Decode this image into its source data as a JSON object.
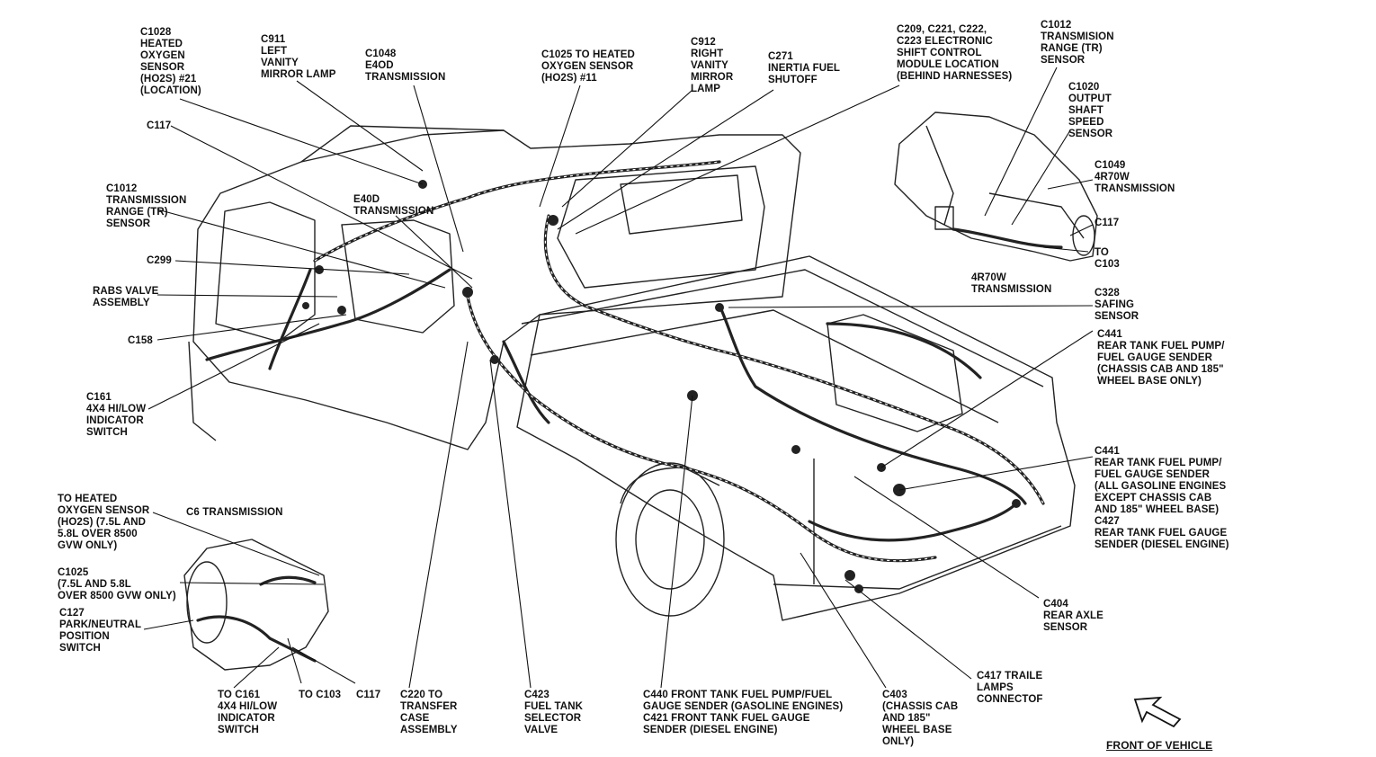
{
  "labels": {
    "c1028": [
      "C1028",
      "HEATED",
      "OXYGEN",
      "SENSOR",
      "(HO2S) #21",
      "(LOCATION)"
    ],
    "c911": [
      "C911",
      "LEFT",
      "VANITY",
      "MIRROR LAMP"
    ],
    "c1048": [
      "C1048",
      "E4OD",
      "TRANSMISSION"
    ],
    "c1025_top": [
      "C1025 TO HEATED",
      "OXYGEN SENSOR",
      "(HO2S) #11"
    ],
    "c912": [
      "C912",
      "RIGHT",
      "VANITY",
      "MIRROR",
      "LAMP"
    ],
    "c271": [
      "C271",
      "INERTIA FUEL",
      "SHUTOFF"
    ],
    "c209": [
      "C209, C221,  C222,",
      "C223 ELECTRONIC",
      "SHIFT CONTROL",
      "MODULE LOCATION",
      "(BEHIND HARNESSES)"
    ],
    "c1012_right": [
      "C1012",
      "TRANSMISION",
      "RANGE (TR)",
      "SENSOR"
    ],
    "c1020": [
      "C1020",
      "OUTPUT",
      "SHAFT",
      "SPEED",
      "SENSOR"
    ],
    "c1049": [
      "C1049",
      "4R70W",
      "TRANSMISSION"
    ],
    "c117_right": [
      "C117"
    ],
    "to_c103_right": [
      "TO",
      "C103"
    ],
    "r4r70w": [
      "4R70W",
      "TRANSMISSION"
    ],
    "c328": [
      "C328",
      "SAFING",
      "SENSOR"
    ],
    "c441_a": [
      "C441",
      "REAR TANK FUEL PUMP/",
      "FUEL GAUGE SENDER",
      "(CHASSIS CAB AND 185\"",
      "WHEEL BASE ONLY)"
    ],
    "c441_b": [
      "C441",
      "REAR TANK FUEL PUMP/",
      "FUEL GAUGE SENDER",
      "(ALL GASOLINE ENGINES",
      "EXCEPT CHASSIS CAB",
      "AND 185\" WHEEL BASE)",
      "C427",
      "REAR TANK FUEL GAUGE",
      "SENDER (DIESEL ENGINE)"
    ],
    "c404": [
      "C404",
      "REAR AXLE",
      "SENSOR"
    ],
    "c417": [
      "C417 TRAILE",
      "LAMPS",
      "CONNECTOF"
    ],
    "c403": [
      "C403",
      "(CHASSIS CAB",
      "AND 185\"",
      "WHEEL BASE",
      "ONLY)"
    ],
    "c440": [
      "C440 FRONT TANK FUEL PUMP/FUEL",
      "GAUGE SENDER (GASOLINE ENGINES)",
      "C421 FRONT TANK FUEL GAUGE",
      "SENDER (DIESEL ENGINE)"
    ],
    "c423": [
      "C423",
      "FUEL TANK",
      "SELECTOR",
      "VALVE"
    ],
    "c220": [
      "C220 TO",
      "TRANSFER",
      "CASE",
      "ASSEMBLY"
    ],
    "c117_bottom": [
      "C117"
    ],
    "to_c103_bottom": [
      "TO C103"
    ],
    "to_c161": [
      "TO C161",
      "4X4 HI/LOW",
      "INDICATOR",
      "SWITCH"
    ],
    "c127": [
      "C127",
      "PARK/NEUTRAL",
      "POSITION",
      "SWITCH"
    ],
    "c1025_left": [
      "C1025",
      "(7.5L AND 5.8L",
      "OVER 8500 GVW ONLY)"
    ],
    "to_heated": [
      "TO HEATED",
      "OXYGEN SENSOR",
      "(HO2S) (7.5L AND",
      "5.8L OVER 8500",
      "GVW ONLY)"
    ],
    "c6": [
      "C6 TRANSMISSION"
    ],
    "c161": [
      "C161",
      "4X4 HI/LOW",
      "INDICATOR",
      "SWITCH"
    ],
    "c158": [
      "C158"
    ],
    "rabs": [
      "RABS VALVE",
      "ASSEMBLY"
    ],
    "c299": [
      "C299"
    ],
    "c1012_left": [
      "C1012",
      "TRANSMISSION",
      "RANGE (TR)",
      "  SENSOR"
    ],
    "c117_left": [
      "C117"
    ],
    "e40d": [
      "E40D",
      "TRANSMISSION"
    ],
    "front": [
      "FRONT OF VEHICLE"
    ]
  }
}
